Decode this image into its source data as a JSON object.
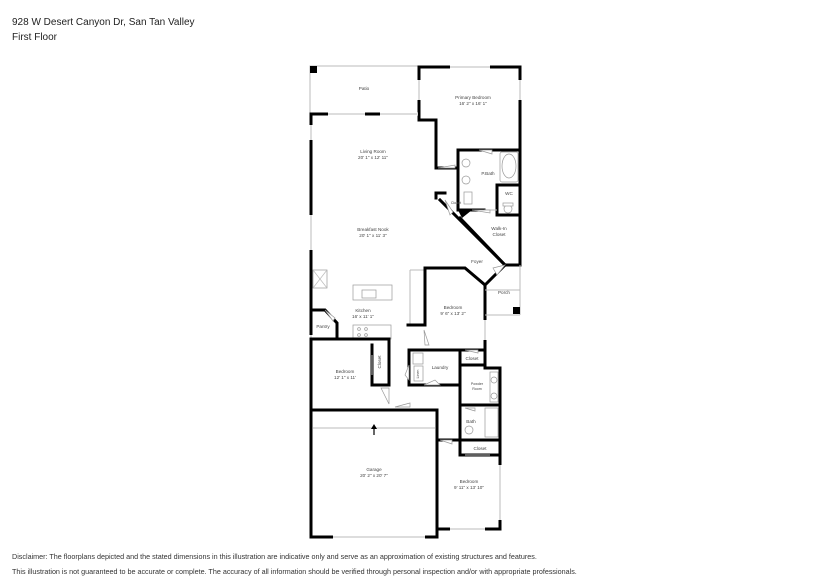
{
  "header": {
    "address": "928 W Desert Canyon Dr, San Tan Valley",
    "floor": "First Floor"
  },
  "rooms": {
    "patio": {
      "name": "Patio"
    },
    "primary_bedroom": {
      "name": "Primary Bedroom",
      "dims": "16' 2\" x 16' 1\""
    },
    "living_room": {
      "name": "Living Room",
      "dims": "20' 1\" x 12' 11\""
    },
    "pbath": {
      "name": "P.Bath"
    },
    "wc": {
      "name": "WC"
    },
    "closet_small_top": {
      "name": "Closet"
    },
    "breakfast_nook": {
      "name": "Breakfast Nook",
      "dims": "20' 1\" x 11' 3\""
    },
    "walk_in_closet": {
      "name": "Walk-In Closet",
      "line1": "Walk-In",
      "line2": "Closet"
    },
    "foyer": {
      "name": "Foyer"
    },
    "porch": {
      "name": "Porch"
    },
    "kitchen": {
      "name": "Kitchen",
      "dims": "16' x 11' 1\""
    },
    "pantry": {
      "name": "Pantry"
    },
    "bedroom_center": {
      "name": "Bedroom",
      "dims": "9' 6\" x 13' 2\""
    },
    "bedroom_left": {
      "name": "Bedroom",
      "dims": "12' 1\" x 11'"
    },
    "closet_left": {
      "name": "Closet"
    },
    "laundry": {
      "name": "Laundry"
    },
    "linen": {
      "name": "Linen"
    },
    "closet_mid": {
      "name": "Closet"
    },
    "powder_room": {
      "name": "Powder Room",
      "line1": "Powder",
      "line2": "Room"
    },
    "bath": {
      "name": "Bath"
    },
    "closet_bottom": {
      "name": "Closet"
    },
    "garage": {
      "name": "Garage",
      "dims": "20' 2\" x 20' 7\""
    },
    "bedroom_bottom": {
      "name": "Bedroom",
      "dims": "9' 11\" x 13' 10\""
    }
  },
  "disclaimer": {
    "line1": "Disclaimer: The floorplans depicted and the stated dimensions in this illustration are indicative only and serve as an approximation of existing structures and features.",
    "line2": "This illustration is not guaranteed to be accurate or complete. The accuracy of all information should be verified through personal inspection and/or with appropriate professionals."
  }
}
